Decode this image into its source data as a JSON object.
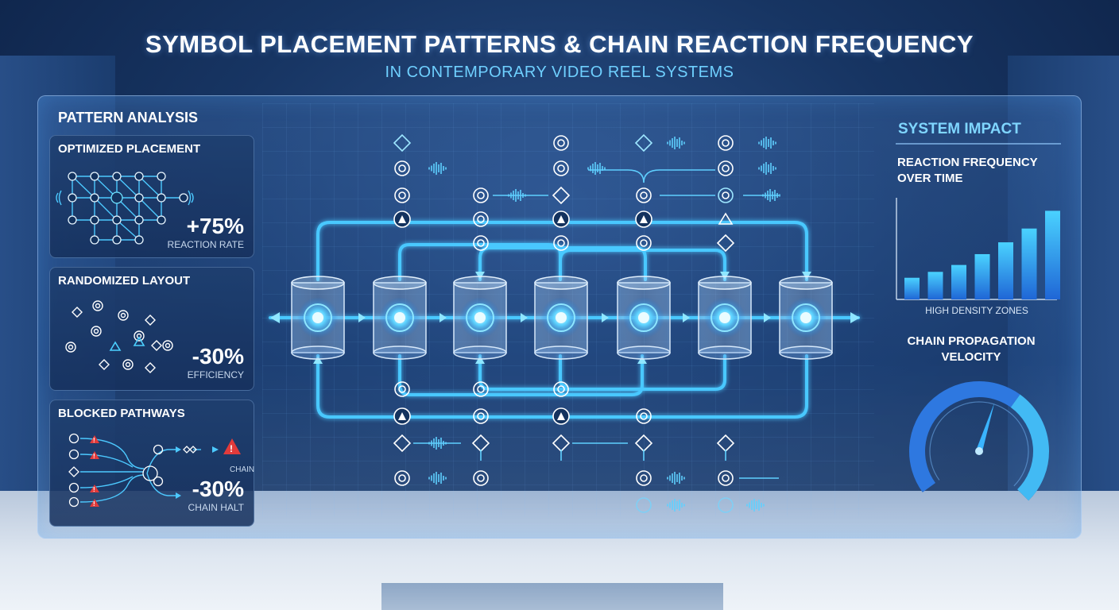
{
  "header": {
    "title": "SYMBOL PLACEMENT PATTERNS & CHAIN REACTION FREQUENCY",
    "subtitle": "IN CONTEMPORARY VIDEO REEL SYSTEMS"
  },
  "left_panel": {
    "heading": "PATTERN ANALYSIS",
    "cards": [
      {
        "title": "OPTIMIZED PLACEMENT",
        "stat": "+75%",
        "caption": "REACTION RATE"
      },
      {
        "title": "RANDOMIZED LAYOUT",
        "stat": "-30%",
        "caption": "EFFICIENCY"
      },
      {
        "title": "BLOCKED PATHWAYS",
        "stat": "-30%",
        "caption": "CHAIN HALT",
        "flow_label": "CHAIN"
      }
    ]
  },
  "right_panel": {
    "heading": "SYSTEM IMPACT",
    "chart_title": "REACTION FREQUENCY OVER TIME",
    "chart_caption": "HIGH DENSITY ZONES",
    "gauge_title": "CHAIN PROPAGATION VELOCITY",
    "bar_levels": [
      0.22,
      0.28,
      0.35,
      0.46,
      0.58,
      0.72,
      0.9
    ],
    "gauge_level": 0.62
  },
  "diagram": {
    "reel_count": 7,
    "reel_icon": "cylinder-icon",
    "symbol_icons": [
      "diamond-icon",
      "octagon-icon",
      "triangle-icon",
      "waveform-icon"
    ]
  },
  "colors": {
    "accent": "#3fc2ff",
    "glow": "#7fe0ff",
    "warning": "#e23b3b",
    "bar": "#2f8fe8"
  }
}
